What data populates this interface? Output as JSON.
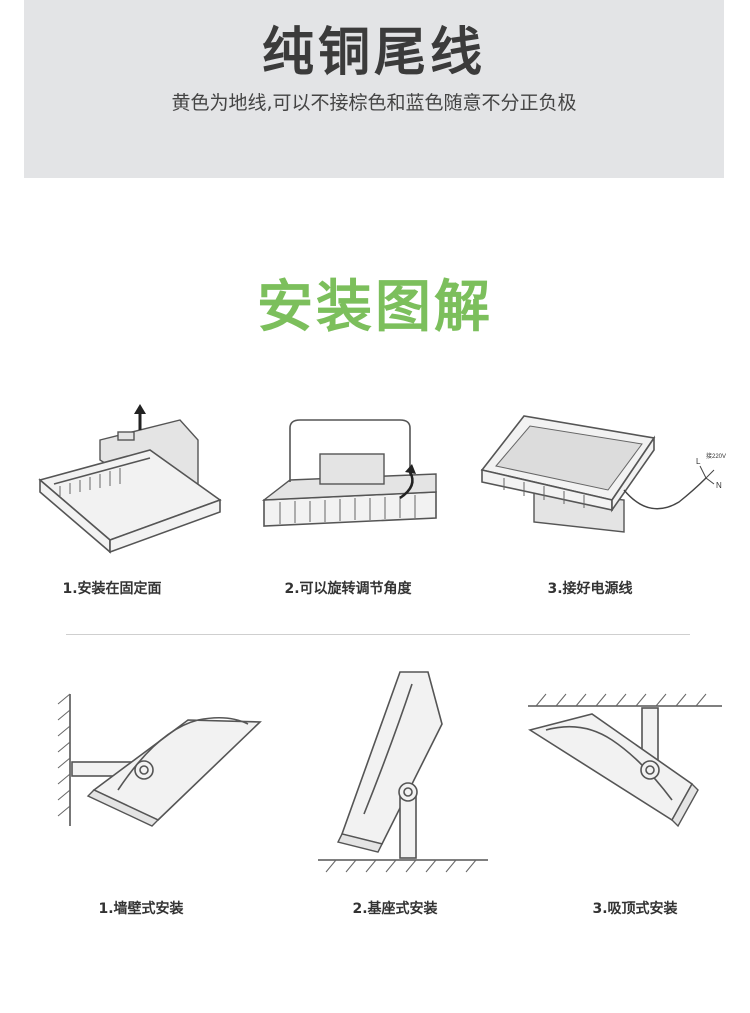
{
  "banner": {
    "title": "纯铜尾线",
    "subtitle": "黄色为地线,可以不接棕色和蓝色随意不分正负极"
  },
  "section_title": "安装图解",
  "steps": [
    {
      "label": "1.安装在固定面"
    },
    {
      "label": "2.可以旋转调节角度"
    },
    {
      "label": "3.接好电源线"
    }
  ],
  "wire_labels": {
    "l": "L",
    "n": "N",
    "voltage": "接220V"
  },
  "mounts": [
    {
      "label": "1.墙壁式安装"
    },
    {
      "label": "2.基座式安装"
    },
    {
      "label": "3.吸顶式安装"
    }
  ],
  "colors": {
    "accent_green": "#7cbf5c",
    "banner_bg": "#e3e4e6"
  }
}
